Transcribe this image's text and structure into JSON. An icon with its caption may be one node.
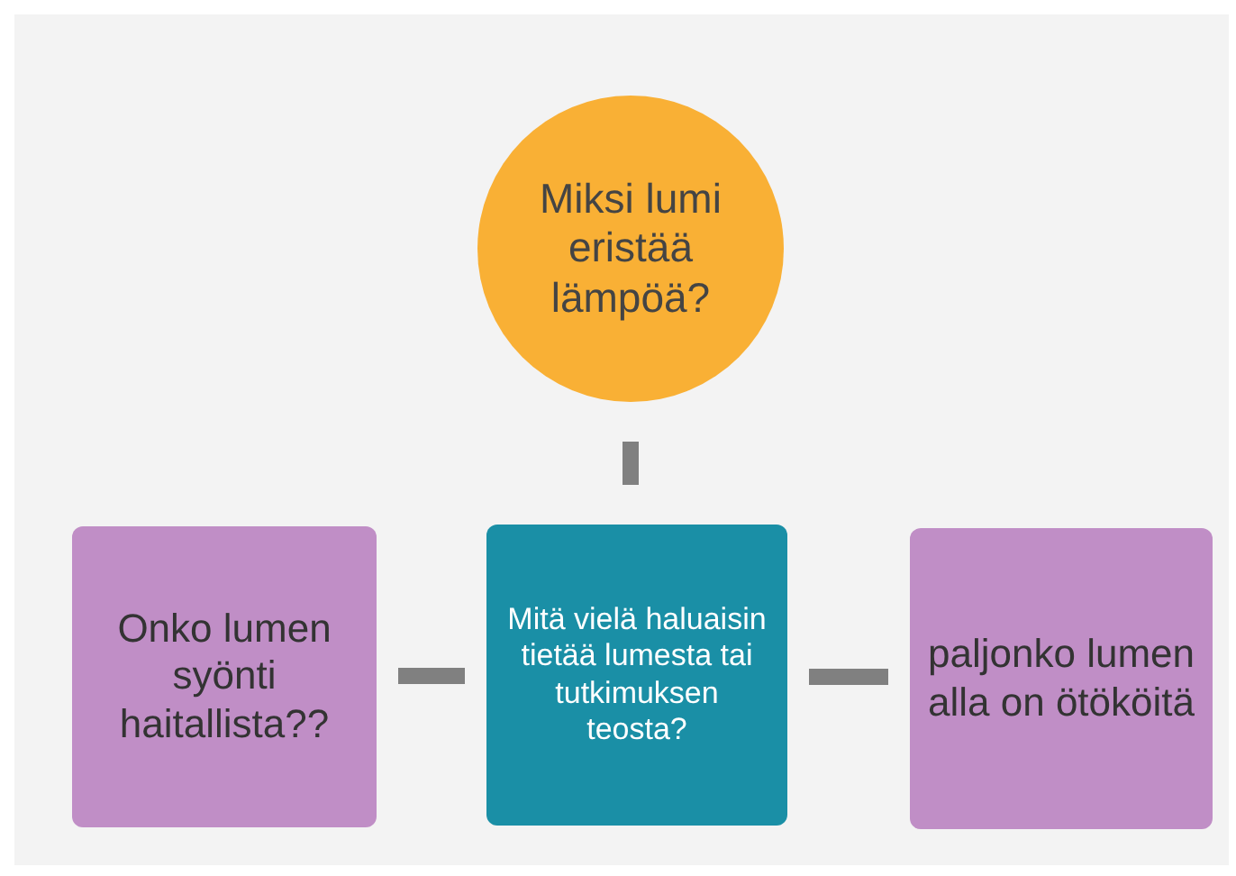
{
  "diagram": {
    "nodes": [
      {
        "text": [
          "Miksi lumi eristää lämpöä?"
        ]
      },
      {
        "text": [
          "Onko lumen syönti haitallista??"
        ]
      },
      {
        "text": [
          "Mitä vielä haluaisin tietää lumesta tai tutkimuksen teosta?"
        ]
      },
      {
        "text": [
          "paljonko lumen alla on ötököitä"
        ]
      }
    ],
    "edges": [
      {
        "from": 0,
        "to": 2,
        "arrow": "none"
      },
      {
        "from": 2,
        "to": 1,
        "arrow": "none"
      },
      {
        "from": 2,
        "to": 3,
        "arrow": "none"
      }
    ]
  }
}
